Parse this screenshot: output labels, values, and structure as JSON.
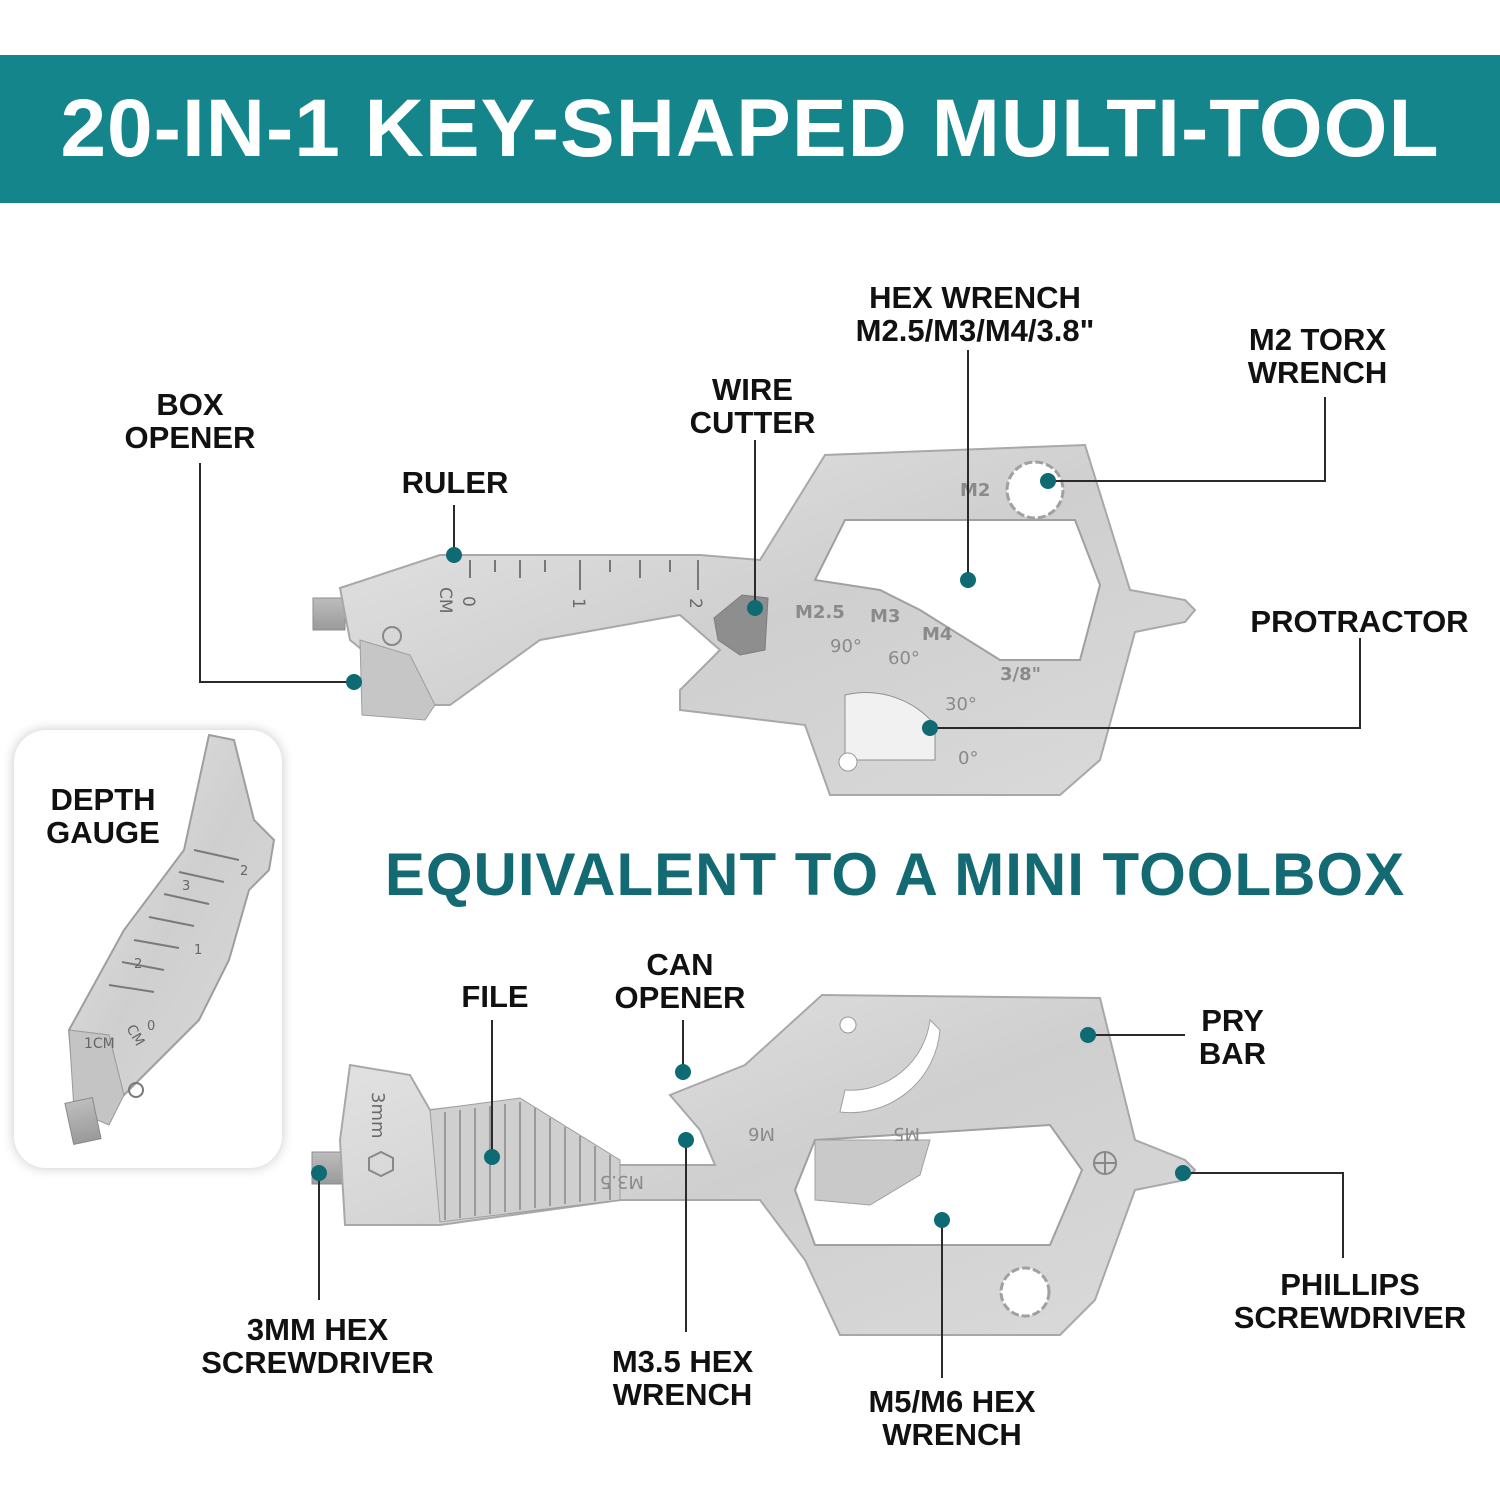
{
  "header": {
    "title": "20-IN-1 KEY-SHAPED MULTI-TOOL"
  },
  "subtitle": "EQUIVALENT TO A MINI TOOLBOX",
  "colors": {
    "banner": "#15858c",
    "subtitle": "#146a72",
    "dot": "#0e6b73",
    "steel": "#d4d4d4"
  },
  "labels": {
    "box_opener": [
      "BOX",
      "OPENER"
    ],
    "ruler": [
      "RULER"
    ],
    "wire_cutter": [
      "WIRE",
      "CUTTER"
    ],
    "hex_wrench": [
      "HEX WRENCH",
      "M2.5/M3/M4/3.8\""
    ],
    "torx": [
      "M2 TORX",
      "WRENCH"
    ],
    "protractor": [
      "PROTRACTOR"
    ],
    "depth_gauge": [
      "DEPTH",
      "GAUGE"
    ],
    "file": [
      "FILE"
    ],
    "can_opener": [
      "CAN",
      "OPENER"
    ],
    "pry_bar": [
      "PRY",
      "BAR"
    ],
    "hex3mm": [
      "3MM HEX",
      "SCREWDRIVER"
    ],
    "m35": [
      "M3.5 HEX",
      "WRENCH"
    ],
    "m56": [
      "M5/M6 HEX",
      "WRENCH"
    ],
    "phillips": [
      "PHILLIPS",
      "SCREWDRIVER"
    ]
  },
  "engravings": {
    "top": {
      "cm": "CM",
      "zero": "0",
      "one": "1",
      "two": "2",
      "m2": "M2",
      "m25": "M2.5",
      "m3": "M3",
      "m4": "M4",
      "in38": "3/8\"",
      "a90": "90°",
      "a60": "60°",
      "a30": "30°",
      "a0": "0°"
    },
    "bottom": {
      "mm3": "3mm",
      "m35": "M3.5",
      "m6": "M6",
      "m5": "M5"
    },
    "gauge": {
      "cm": "CM",
      "onecm": "1CM",
      "zero": "0",
      "two": "2",
      "three": "3",
      "one": "1",
      "twob": "2"
    }
  }
}
